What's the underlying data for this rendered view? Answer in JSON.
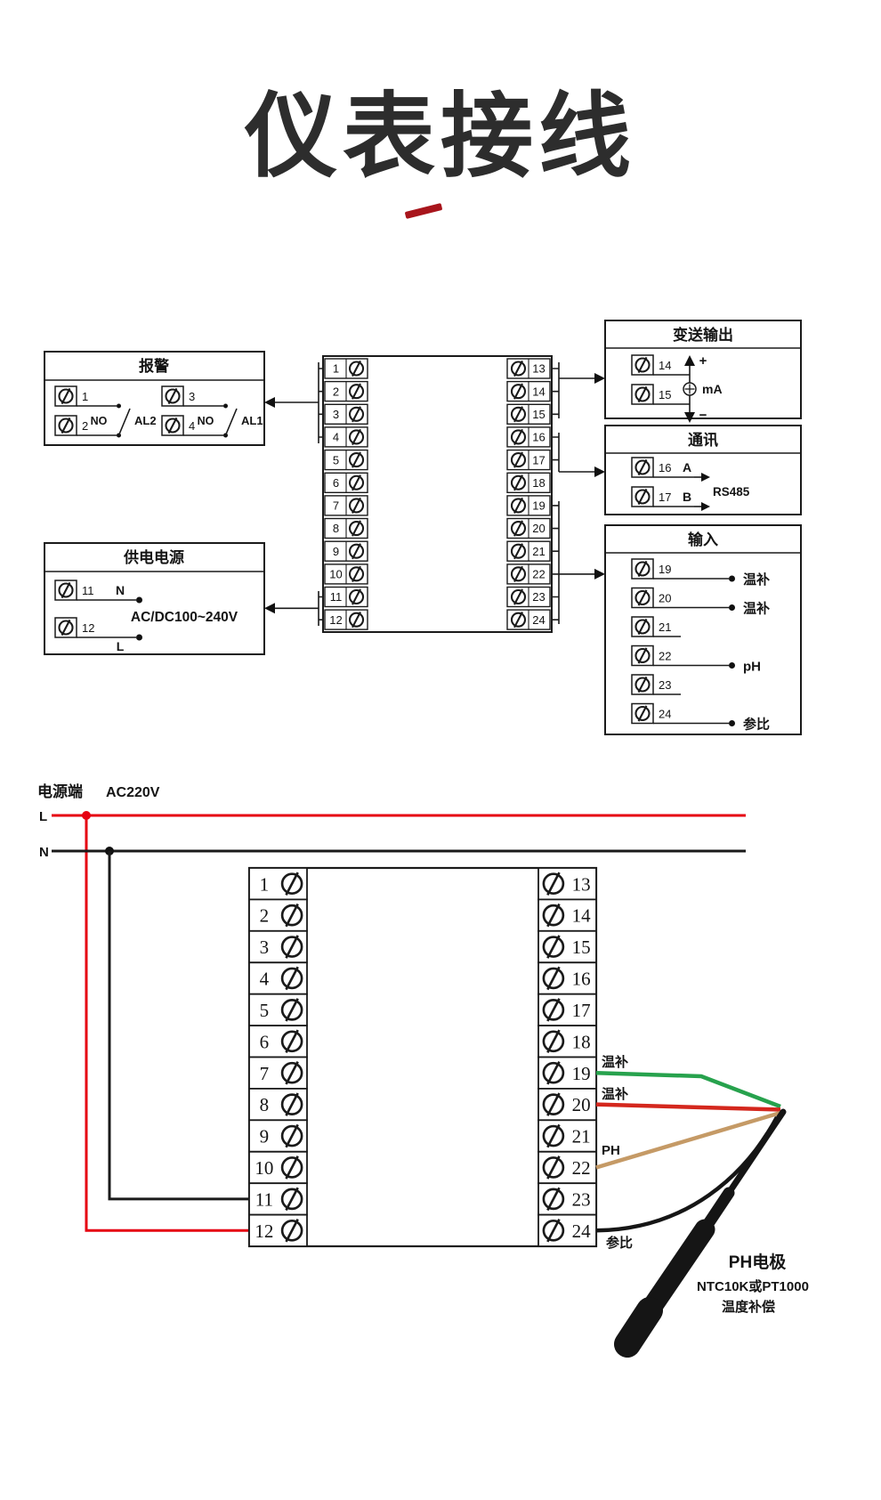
{
  "page": {
    "title": "仪表接线"
  },
  "colors": {
    "accent_red": "#a8151c",
    "line": "#1a1a1a",
    "l_wire": "#e60012",
    "green_wire": "#27a24d",
    "red_wire": "#d4271d",
    "tan_wire": "#c59a66",
    "black_wire": "#161616"
  },
  "top": {
    "alarm": {
      "title": "报警",
      "left_terminals": [
        "1",
        "2"
      ],
      "right_terminals": [
        "3",
        "4"
      ],
      "no": "NO",
      "al2": "AL2",
      "al1": "AL1"
    },
    "power": {
      "title": "供电电源",
      "terminals": [
        "11",
        "12"
      ],
      "n": "N",
      "l": "L",
      "voltage": "AC/DC100~240V"
    },
    "center": {
      "left": [
        "1",
        "2",
        "3",
        "4",
        "5",
        "6",
        "7",
        "8",
        "9",
        "10",
        "11",
        "12"
      ],
      "right": [
        "13",
        "14",
        "15",
        "16",
        "17",
        "18",
        "19",
        "20",
        "21",
        "22",
        "23",
        "24"
      ]
    },
    "transmit": {
      "title": "变送输出",
      "terminals": [
        "14",
        "15"
      ],
      "plus": "+",
      "minus": "−",
      "ma": "mA"
    },
    "comm": {
      "title": "通讯",
      "terminals": [
        "16",
        "17"
      ],
      "a": "A",
      "b": "B",
      "rs485": "RS485"
    },
    "input": {
      "title": "输入",
      "terminals": [
        "19",
        "20",
        "21",
        "22",
        "23",
        "24"
      ],
      "labels": [
        "温补",
        "温补",
        "",
        "pH",
        "",
        "参比"
      ]
    }
  },
  "bottom": {
    "source_label": "电源端",
    "voltage": "AC220V",
    "l": "L",
    "n": "N",
    "left": [
      "1",
      "2",
      "3",
      "4",
      "5",
      "6",
      "7",
      "8",
      "9",
      "10",
      "11",
      "12"
    ],
    "right": [
      "13",
      "14",
      "15",
      "16",
      "17",
      "18",
      "19",
      "20",
      "21",
      "22",
      "23",
      "24"
    ],
    "labels": {
      "t19": "温补",
      "t20": "温补",
      "t22": "PH",
      "t24": "参比"
    },
    "electrode": {
      "name": "PH电极",
      "spec": "NTC10K或PT1000",
      "comp": "温度补偿"
    }
  }
}
